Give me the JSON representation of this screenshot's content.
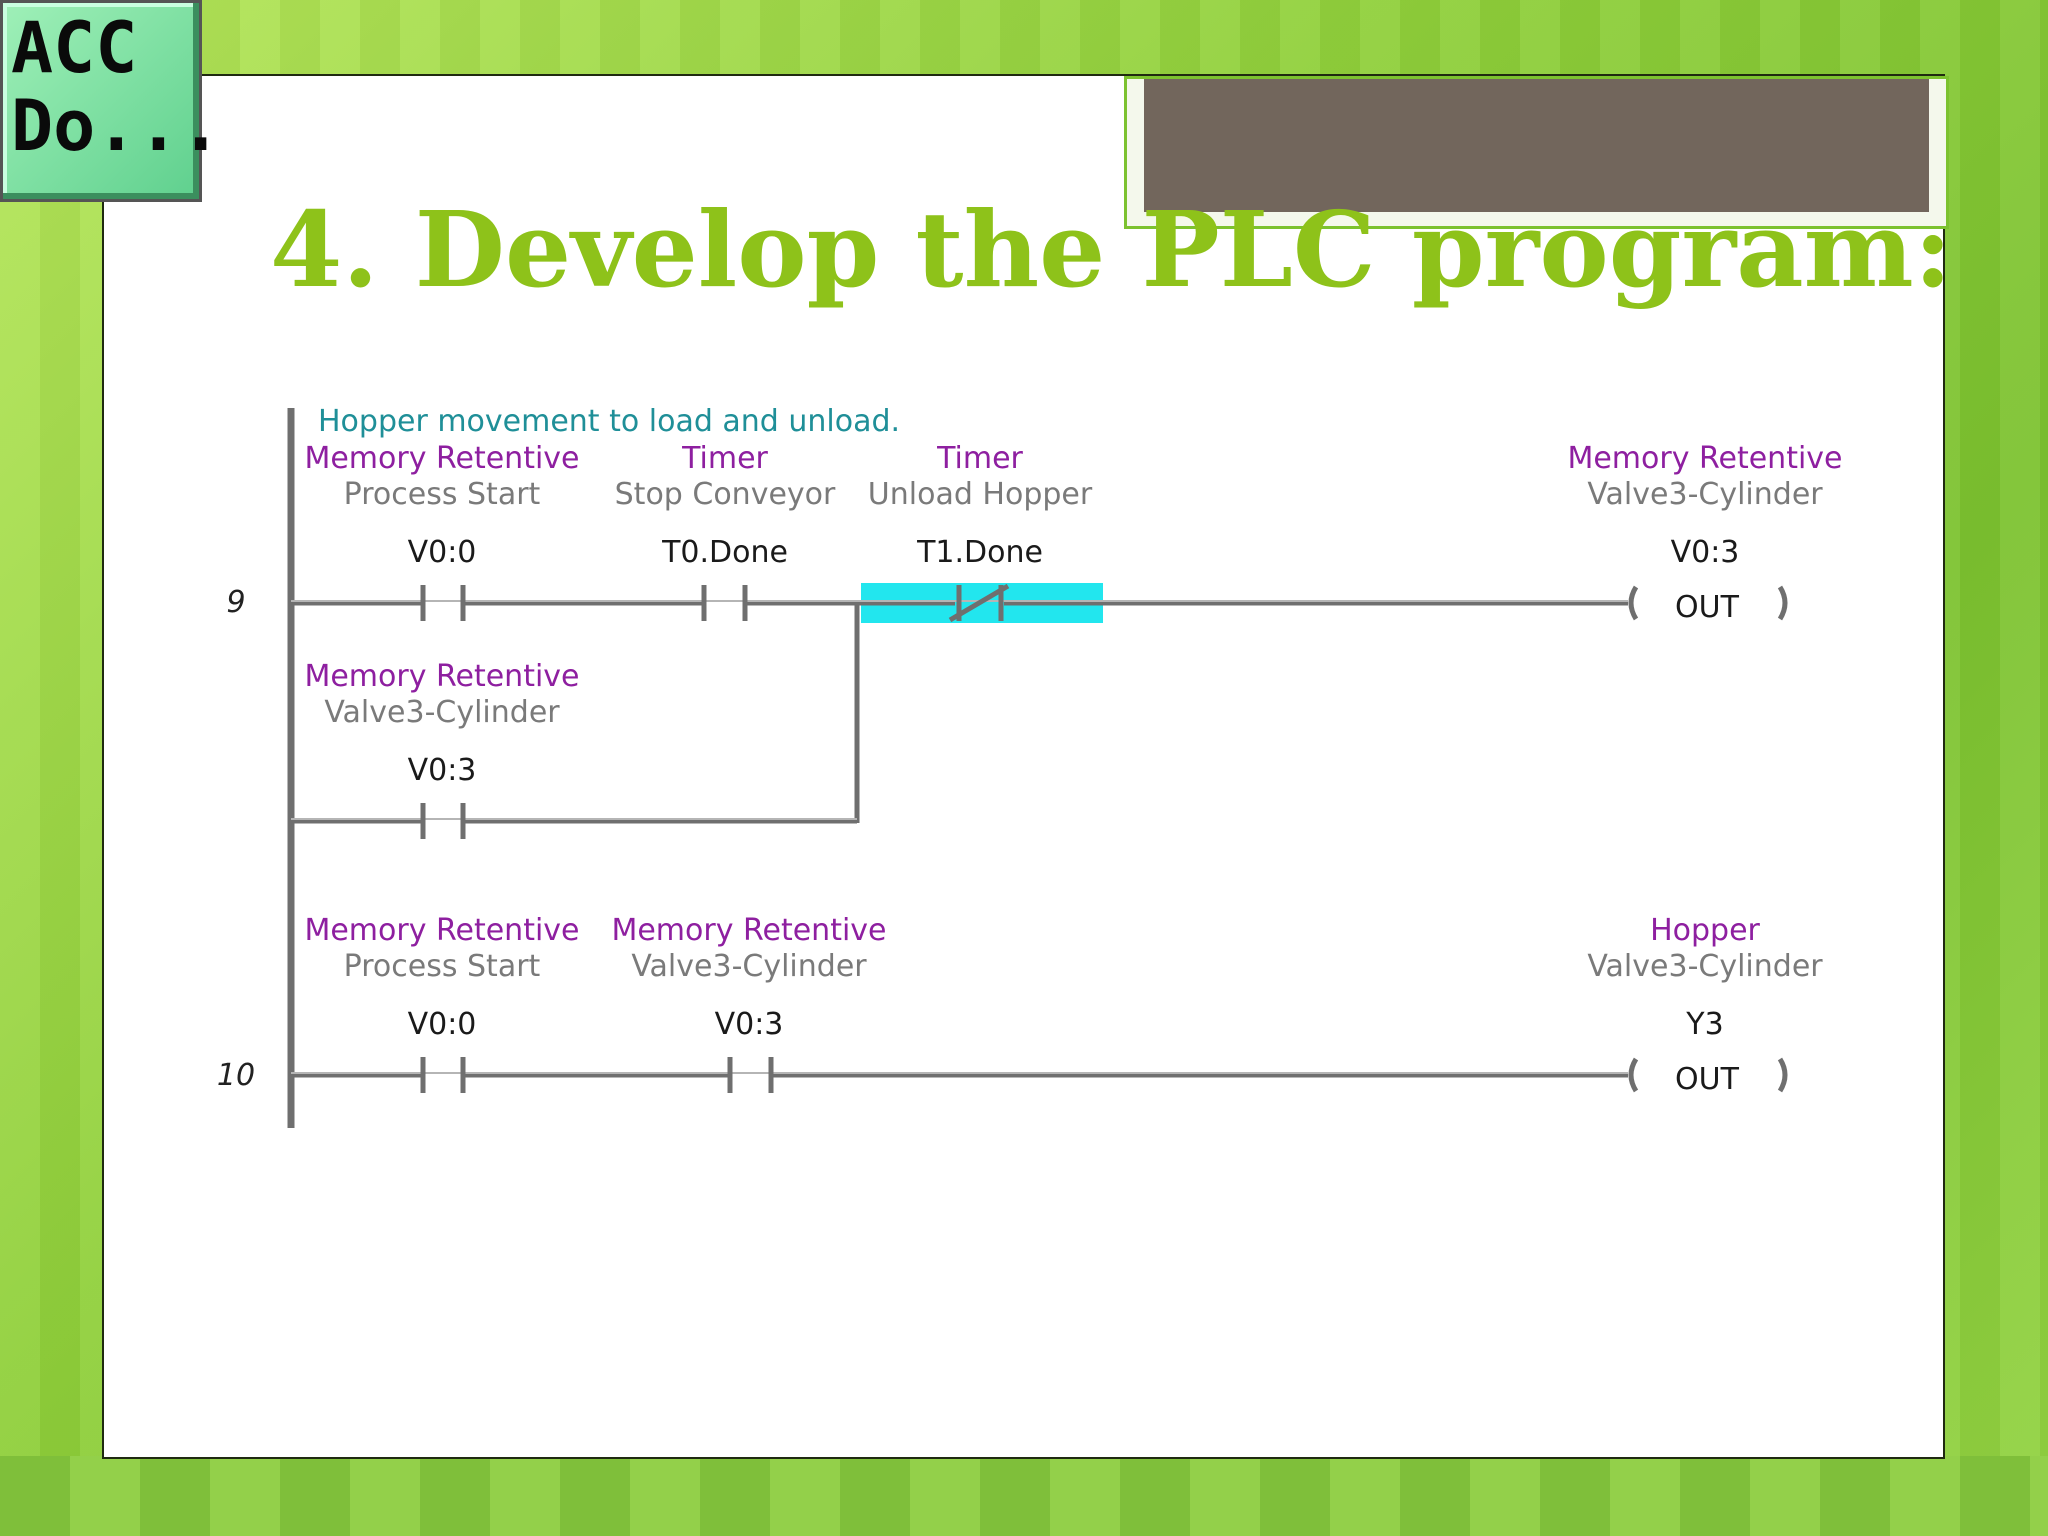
{
  "app_icon": {
    "line1": "ACC",
    "line2": "Do..."
  },
  "slide": {
    "title": "4. Develop the PLC program:"
  },
  "ladder": {
    "comment": "Hopper movement to load and unload.",
    "rungs": [
      {
        "number": "9",
        "elements": [
          {
            "type": "Memory Retentive",
            "desc": "Process Start",
            "addr": "V0:0"
          },
          {
            "type": "Timer",
            "desc": "Stop Conveyor",
            "addr": "T0.Done"
          },
          {
            "type": "Timer",
            "desc": "Unload Hopper",
            "addr": "T1.Done"
          }
        ],
        "branch": {
          "type": "Memory Retentive",
          "desc": "Valve3-Cylinder",
          "addr": "V0:3"
        },
        "coil": {
          "type": "Memory Retentive",
          "desc": "Valve3-Cylinder",
          "addr": "V0:3",
          "label": "OUT"
        }
      },
      {
        "number": "10",
        "elements": [
          {
            "type": "Memory Retentive",
            "desc": "Process Start",
            "addr": "V0:0"
          },
          {
            "type": "Memory Retentive",
            "desc": "Valve3-Cylinder",
            "addr": "V0:3"
          }
        ],
        "coil": {
          "type": "Hopper",
          "desc": "Valve3-Cylinder",
          "addr": "Y3",
          "label": "OUT"
        }
      }
    ],
    "highlight_color": "#22e6ee"
  }
}
